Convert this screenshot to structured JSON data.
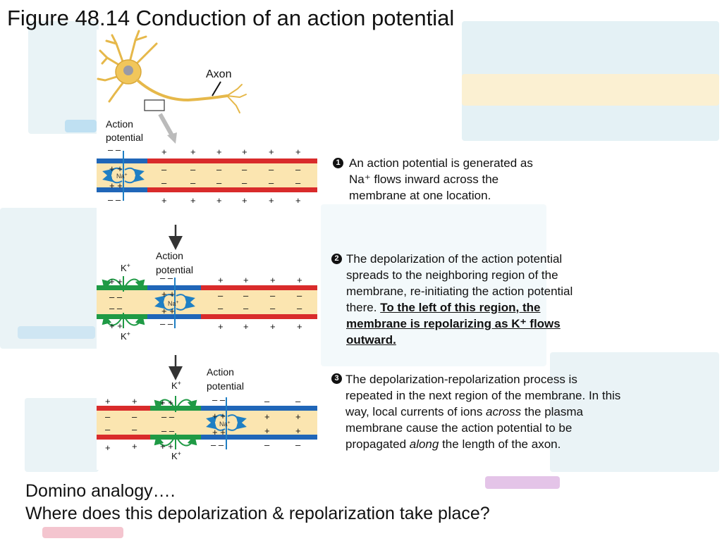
{
  "title": "Figure 48.14 Conduction of an action potential",
  "figure": {
    "axon_label": "Axon",
    "action_potential_label": "Action potential",
    "na_label": "Na",
    "k_label": "K",
    "plus": "+",
    "minus": "–",
    "sup_plus": "+"
  },
  "steps": [
    {
      "number": "1",
      "text": "An action potential is generated as Na⁺ flows inward across the membrane at one location."
    },
    {
      "number": "2",
      "text_plain": "The depolarization of the action potential spreads to the neighboring region of the membrane, re-initiating the action potential there. ",
      "text_emph": "To the left of this region, the membrane is repolarizing as K⁺ flows outward."
    },
    {
      "number": "3",
      "text_a": "The depolarization-repolarization process is repeated in the next region of the membrane. In this way, local currents of ions ",
      "text_across": "across",
      "text_b": " the plasma membrane cause the action potential to be propagated ",
      "text_along": "along",
      "text_c": " the length of the axon."
    }
  ],
  "bottom": {
    "line1": "Domino analogy….",
    "line2": "Where does this depolarization & repolarization take place?"
  },
  "colors": {
    "membrane_red": "#d92b2b",
    "membrane_blue": "#2066b8",
    "membrane_green": "#1f9a45",
    "cytoplasm": "#fbe5b0",
    "arrow_blue": "#1f7fc4",
    "arrow_green": "#1f9a45"
  }
}
